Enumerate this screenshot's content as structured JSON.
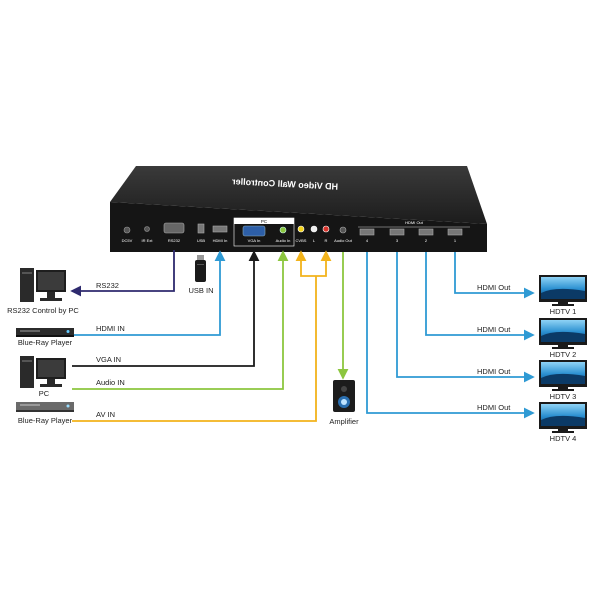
{
  "device": {
    "title": "HD Video Wall Controller",
    "pc_group_label": "PC",
    "hdmi_out_group_label": "HDMI Out",
    "ports": {
      "dc5v": "DC5V",
      "ir_ext": "IR Ext",
      "rs232": "RS232",
      "usb": "USB",
      "hdmi_in": "HDMI In",
      "vga_in": "VGA In",
      "audio_in": "Audio In",
      "cvbs": "CVBS",
      "l": "L",
      "r": "R",
      "audio_out": "Audio Out",
      "out4": "4",
      "out3": "3",
      "out2": "2",
      "out1": "1"
    }
  },
  "sources": {
    "rs232_pc": "RS232 Control by PC",
    "bluray1": "Blue-Ray Player",
    "pc": "PC",
    "bluray2": "Blue-Ray Player",
    "usb_in": "USB IN",
    "amplifier": "Amplifier"
  },
  "links": {
    "rs232": "RS232",
    "hdmi_in": "HDMI IN",
    "vga_in": "VGA IN",
    "audio_in": "Audio IN",
    "av_in": "AV IN",
    "hdmi_out_1": "HDMI Out",
    "hdmi_out_2": "HDMI Out",
    "hdmi_out_3": "HDMI Out",
    "hdmi_out_4": "HDMI Out"
  },
  "displays": [
    {
      "label": "HDTV 1"
    },
    {
      "label": "HDTV 2"
    },
    {
      "label": "HDTV 3"
    },
    {
      "label": "HDTV 4"
    }
  ],
  "colors": {
    "rs232": "#2e2a6e",
    "hdmi": "#2f9ad4",
    "vga": "#1a1a1a",
    "audio": "#8cc63f",
    "av": "#f2b31b"
  }
}
